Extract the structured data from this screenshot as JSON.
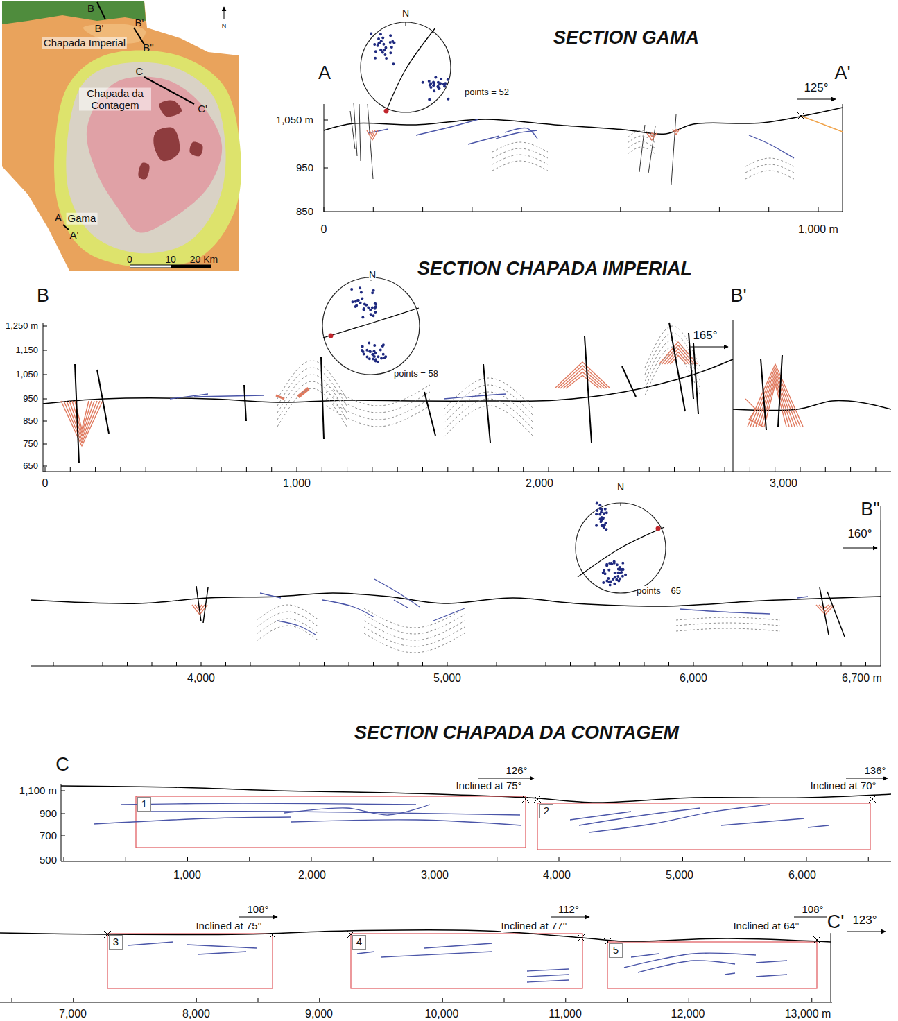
{
  "diagram": {
    "nodes": [
      {
        "text": [
          "1"
        ]
      },
      {
        "text": [
          "2"
        ]
      },
      {
        "text": [
          "3"
        ]
      },
      {
        "text": [
          "4"
        ]
      },
      {
        "text": [
          "5"
        ]
      }
    ],
    "labels": [
      "B",
      "B'",
      "B'",
      "B\"",
      "Chapada Imperial",
      "C",
      "C'",
      "Chapada da Contagem",
      "A",
      "Gama",
      "A'",
      "0",
      "10",
      "20 Km",
      "N",
      "SECTION GAMA",
      "A",
      "N",
      "points = 52",
      "A'",
      "125°",
      "1,050 m",
      "950",
      "850",
      "0",
      "1,000 m",
      "SECTION CHAPADA IMPERIAL",
      "B",
      "N",
      "points = 58",
      "B'",
      "165°",
      "1,250 m",
      "1,150",
      "1,050",
      "950",
      "850",
      "750",
      "650",
      "0",
      "1,000",
      "2,000",
      "3,000",
      "N",
      "B\"",
      "160°",
      "points = 65",
      "4,000",
      "5,000",
      "6,000",
      "6,700 m",
      "SECTION CHAPADA DA CONTAGEM",
      "C",
      "126°",
      "Inclined at 75°",
      "136°",
      "Inclined at 70°",
      "1,100 m",
      "900",
      "700",
      "500",
      "1,000",
      "2,000",
      "3,000",
      "4,000",
      "5,000",
      "6,000",
      "108°",
      "Inclined at 75°",
      "112°",
      "Inclined at 77°",
      "108°",
      "Inclined at 64°",
      "C'",
      "123°",
      "7,000",
      "8,000",
      "9,000",
      "10,000",
      "11,000",
      "12,000",
      "13,000 m"
    ]
  }
}
